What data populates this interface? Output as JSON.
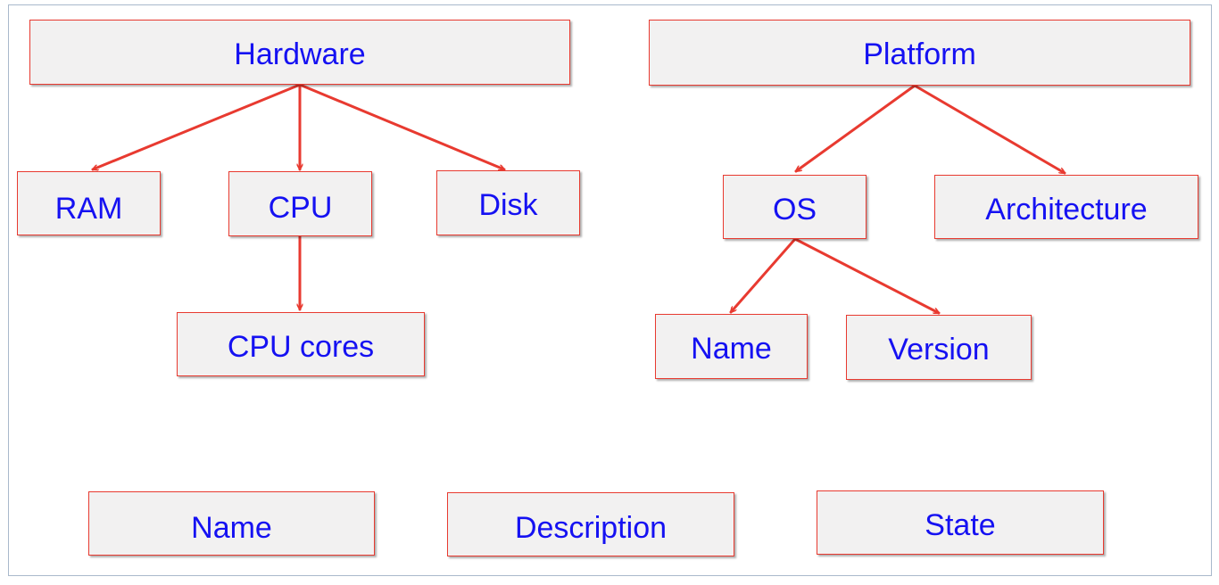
{
  "nodes": {
    "hardware": "Hardware",
    "platform": "Platform",
    "ram": "RAM",
    "cpu": "CPU",
    "disk": "Disk",
    "os": "OS",
    "architecture": "Architecture",
    "cpu_cores": "CPU cores",
    "os_name": "Name",
    "os_version": "Version",
    "name": "Name",
    "description": "Description",
    "state": "State"
  },
  "colors": {
    "box_border": "#e83a30",
    "box_fill": "#f2f1f1",
    "text": "#1511f2",
    "arrow": "#e83a30",
    "frame_border": "#a9b9cc"
  }
}
